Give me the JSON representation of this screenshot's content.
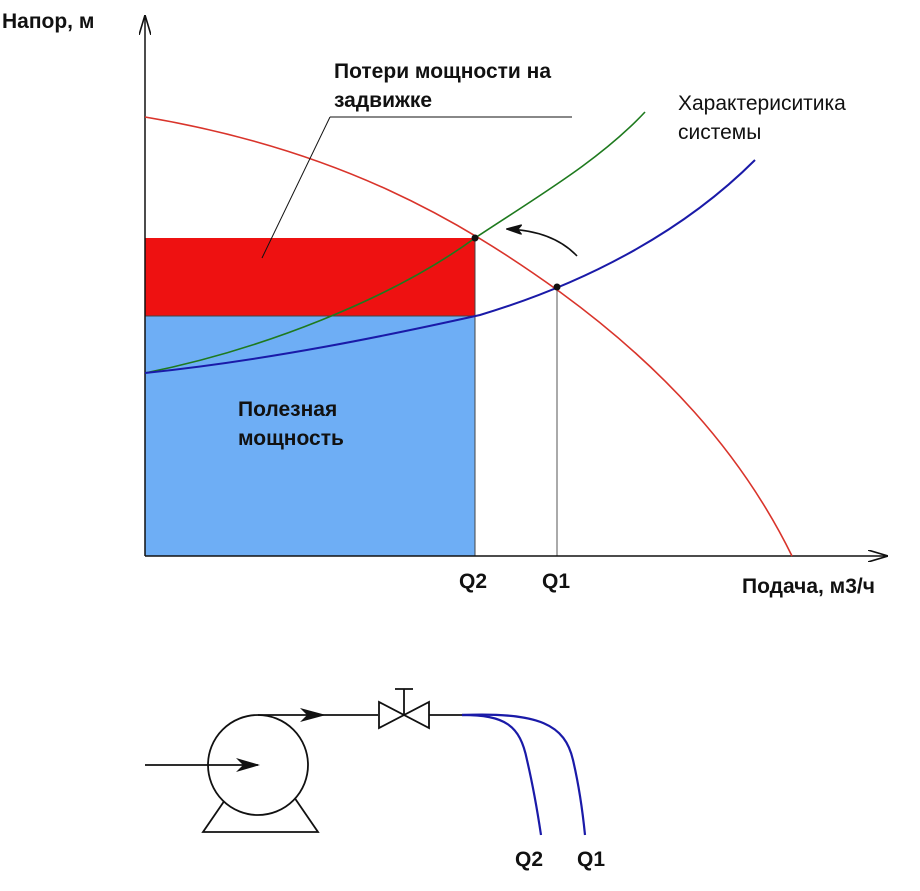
{
  "chart": {
    "ylabel": "Напор, м",
    "xlabel": "Подача, м3/ч",
    "ticks": {
      "q2": "Q2",
      "q1": "Q1"
    }
  },
  "annotations": {
    "losses": [
      "Потери мощности на",
      "задвижке"
    ],
    "system": [
      "Характериситика",
      "системы"
    ],
    "useful": [
      "Полезная",
      "мощность"
    ]
  },
  "scheme": {
    "outlet_q2": "Q2",
    "outlet_q1": "Q1"
  },
  "colors": {
    "pump_curve": "#d9342b",
    "system_curve": "#1a1aa8",
    "throttled_curve": "#1e7a1e",
    "useful_power": "#6eaef5",
    "power_loss": "#ee1111",
    "pipe_flow": "#1a1aa8"
  }
}
